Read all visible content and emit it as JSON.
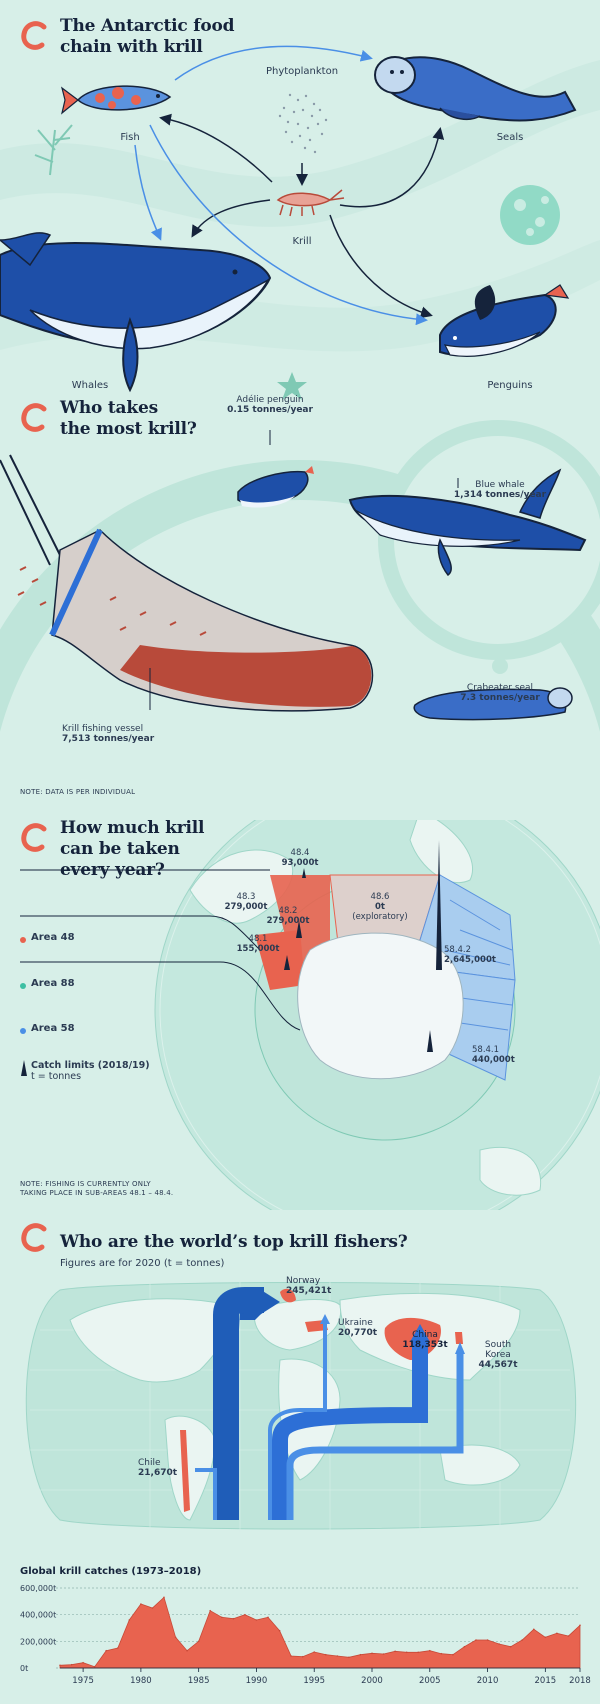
{
  "colors": {
    "background": "#d7efe8",
    "accent_red": "#e8634f",
    "krill_red": "#b84a3a",
    "navy": "#15233b",
    "blue": "#2d6fd6",
    "light_blue": "#9cc6ee",
    "teal": "#3dbfa3"
  },
  "food_chain": {
    "title_line1": "The Antarctic food",
    "title_line2": "chain with krill",
    "labels": {
      "phytoplankton": "Phytoplankton",
      "fish": "Fish",
      "seals": "Seals",
      "krill": "Krill",
      "whales": "Whales",
      "penguins": "Penguins"
    }
  },
  "consumption": {
    "title_line1": "Who takes",
    "title_line2": "the most krill?",
    "adelie_name": "Adélie penguin",
    "adelie_value": "0.15 tonnes/year",
    "blue_whale_name": "Blue whale",
    "blue_whale_value": "1,314 tonnes/year",
    "crabeater_name": "Crabeater seal",
    "crabeater_value": "7.3 tonnes/year",
    "vessel_name": "Krill fishing vessel",
    "vessel_value": "7,513 tonnes/year",
    "note": "NOTE: DATA IS PER INDIVIDUAL"
  },
  "catch_limits": {
    "title_line1": "How much krill",
    "title_line2": "can be taken",
    "title_line3": "every year?",
    "legend": {
      "area48": "Area 48",
      "area88": "Area 88",
      "area58": "Area 58",
      "limits_title": "Catch limits (2018/19)",
      "limits_unit": "t = tonnes"
    },
    "areas": {
      "a484_name": "48.4",
      "a484_value": "93,000t",
      "a483_name": "48.3",
      "a483_value": "279,000t",
      "a482_name": "48.2",
      "a482_value": "279,000t",
      "a481_name": "48.1",
      "a481_value": "155,000t",
      "a486_name": "48.6",
      "a486_value": "0t",
      "a486_note": "(exploratory)",
      "a5842_name": "58.4.2",
      "a5842_value": "2,645,000t",
      "a5841_name": "58.4.1",
      "a5841_value": "440,000t"
    },
    "note_line1": "NOTE: FISHING IS CURRENTLY ONLY",
    "note_line2": "TAKING PLACE IN SUB-AREAS 48.1 – 48.4."
  },
  "top_fishers": {
    "title": "Who are the world’s top krill fishers?",
    "subtitle": "Figures are for 2020 (t = tonnes)",
    "countries": {
      "norway_name": "Norway",
      "norway_value": "245,421t",
      "ukraine_name": "Ukraine",
      "ukraine_value": "20,770t",
      "china_name": "China",
      "china_value": "118,353t",
      "south_korea_line1": "South",
      "south_korea_line2": "Korea",
      "south_korea_value": "44,567t",
      "chile_name": "Chile",
      "chile_value": "21,670t"
    }
  },
  "chart_data": {
    "type": "area",
    "title": "Global krill catches (1973–2018)",
    "ylim": [
      0,
      600000
    ],
    "yticks": [
      "0t",
      "200,000t",
      "400,000t",
      "600,000t"
    ],
    "ytick_values": [
      0,
      200000,
      400000,
      600000
    ],
    "xticks": [
      "1975",
      "1980",
      "1985",
      "1990",
      "1995",
      "2000",
      "2005",
      "2010",
      "2015",
      "2018"
    ],
    "xtick_values": [
      1975,
      1980,
      1985,
      1990,
      1995,
      2000,
      2005,
      2010,
      2015,
      2018
    ],
    "xlim": [
      1973,
      2018
    ],
    "grid": true,
    "x": [
      1973,
      1974,
      1975,
      1976,
      1977,
      1978,
      1979,
      1980,
      1981,
      1982,
      1983,
      1984,
      1985,
      1986,
      1987,
      1988,
      1989,
      1990,
      1991,
      1992,
      1993,
      1994,
      1995,
      1996,
      1997,
      1998,
      1999,
      2000,
      2001,
      2002,
      2003,
      2004,
      2005,
      2006,
      2007,
      2008,
      2009,
      2010,
      2011,
      2012,
      2013,
      2014,
      2015,
      2016,
      2017,
      2018
    ],
    "y": [
      20000,
      25000,
      40000,
      10000,
      130000,
      150000,
      360000,
      480000,
      450000,
      530000,
      230000,
      130000,
      200000,
      430000,
      380000,
      370000,
      400000,
      360000,
      380000,
      280000,
      90000,
      85000,
      120000,
      100000,
      90000,
      80000,
      100000,
      110000,
      105000,
      125000,
      118000,
      118000,
      130000,
      107000,
      100000,
      160000,
      210000,
      210000,
      180000,
      160000,
      210000,
      290000,
      230000,
      260000,
      240000,
      320000
    ]
  }
}
